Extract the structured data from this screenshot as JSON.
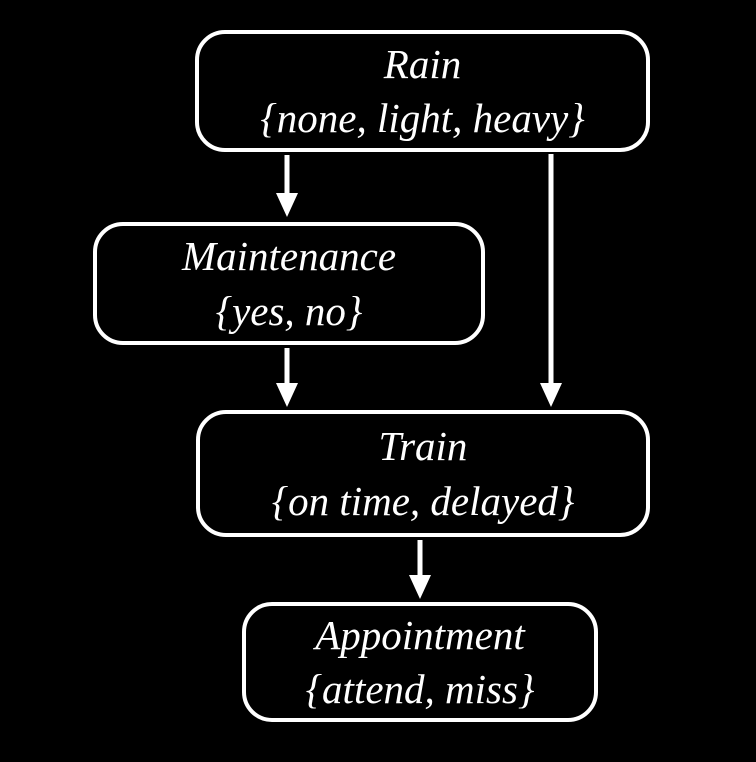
{
  "colors": {
    "background": "#000000",
    "node_border": "#ffffff",
    "text": "#ffffff",
    "arrow": "#ffffff"
  },
  "diagram": {
    "type": "directed-graph",
    "nodes": [
      {
        "id": "rain",
        "label": "Rain",
        "domain": "{none, light, heavy}"
      },
      {
        "id": "maintenance",
        "label": "Maintenance",
        "domain": "{yes, no}"
      },
      {
        "id": "train",
        "label": "Train",
        "domain": "{on time, delayed}"
      },
      {
        "id": "appointment",
        "label": "Appointment",
        "domain": "{attend, miss}"
      }
    ],
    "edges": [
      {
        "from": "rain",
        "to": "maintenance"
      },
      {
        "from": "rain",
        "to": "train"
      },
      {
        "from": "maintenance",
        "to": "train"
      },
      {
        "from": "train",
        "to": "appointment"
      }
    ]
  }
}
